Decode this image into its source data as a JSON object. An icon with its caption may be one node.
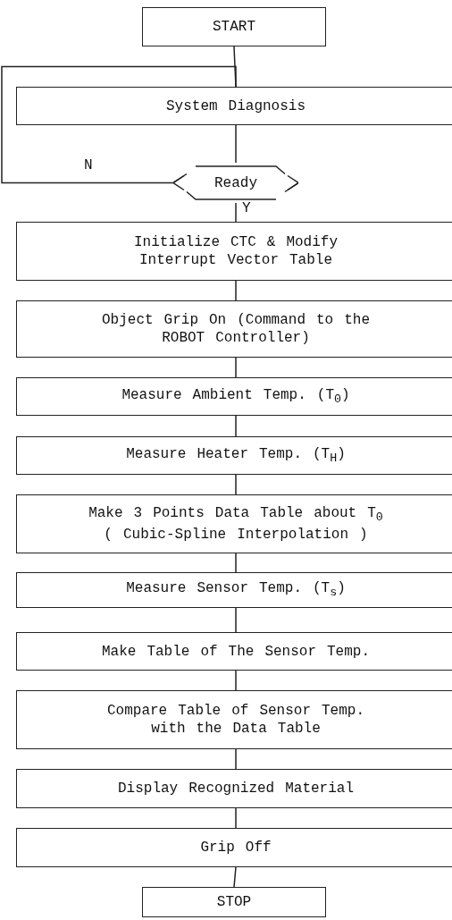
{
  "diagram": {
    "nodes": [
      {
        "text": [
          "START"
        ]
      },
      {
        "text": [
          "System Diagnosis"
        ]
      },
      {
        "text": [
          "Ready"
        ]
      },
      {
        "text": [
          "Initialize CTC & Modify Interrupt Vector Table"
        ]
      },
      {
        "text": [
          "Object Grip On (Command to the ROBOT Controller)"
        ]
      },
      {
        "text": [
          "Measure Ambient Temp. (T$_{0}$)"
        ]
      },
      {
        "text": [
          "Measure Heater Temp. (T$_{H}$)"
        ]
      },
      {
        "text": [
          "Make 3 Points Data Table about T$_{0}$ ( Cubic-Spline Interpolation )"
        ]
      },
      {
        "text": [
          "Measure Sensor Temp. (T$_{s}$)"
        ]
      },
      {
        "text": [
          "Make Table of The Sensor Temp."
        ]
      },
      {
        "text": [
          "Compare Table of Sensor Temp. with the Data Table"
        ]
      },
      {
        "text": [
          "Display Recognized Material"
        ]
      },
      {
        "text": [
          "Grip Off"
        ]
      },
      {
        "text": [
          "STOP"
        ]
      }
    ],
    "edges": [
      {
        "from": 0,
        "to": 1,
        "arrow": "none"
      },
      {
        "from": 1,
        "to": 2,
        "arrow": "none"
      },
      {
        "from": 2,
        "to": 1,
        "arrow": "none",
        "label": "N"
      },
      {
        "from": 2,
        "to": 3,
        "arrow": "none",
        "label": "Y"
      },
      {
        "from": 3,
        "to": 4,
        "arrow": "none"
      },
      {
        "from": 4,
        "to": 5,
        "arrow": "none"
      },
      {
        "from": 5,
        "to": 6,
        "arrow": "none"
      },
      {
        "from": 6,
        "to": 7,
        "arrow": "none"
      },
      {
        "from": 7,
        "to": 8,
        "arrow": "none"
      },
      {
        "from": 8,
        "to": 9,
        "arrow": "none"
      },
      {
        "from": 9,
        "to": 10,
        "arrow": "none"
      },
      {
        "from": 10,
        "to": 11,
        "arrow": "none"
      },
      {
        "from": 11,
        "to": 12,
        "arrow": "none"
      },
      {
        "from": 12,
        "to": 13,
        "arrow": "none"
      }
    ]
  }
}
